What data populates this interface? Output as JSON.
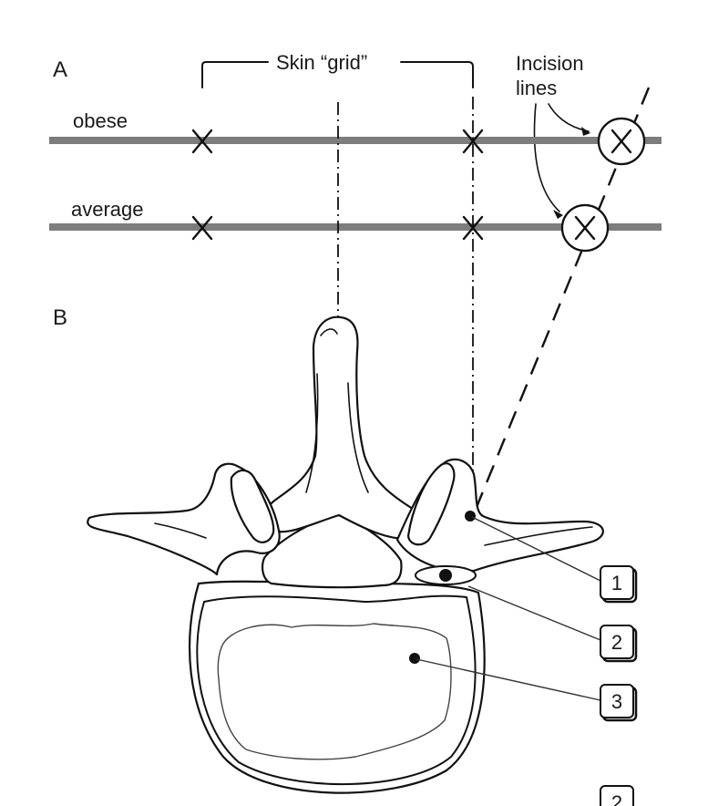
{
  "panels": {
    "a_label": "A",
    "b_label": "B"
  },
  "panel_a": {
    "skin_grid_label": "Skin “grid”",
    "incision_label_line1": "Incision",
    "incision_label_line2": "lines",
    "rows": [
      {
        "label": "obese"
      },
      {
        "label": "average"
      }
    ],
    "skin_line_color": "#7d7d7d"
  },
  "panel_b": {
    "callouts": [
      {
        "number": "1",
        "target": "facet-joint-point"
      },
      {
        "number": "2",
        "target": "foramen-point"
      },
      {
        "number": "3",
        "target": "disc-center-point"
      }
    ],
    "partial_callout_number": "2"
  }
}
